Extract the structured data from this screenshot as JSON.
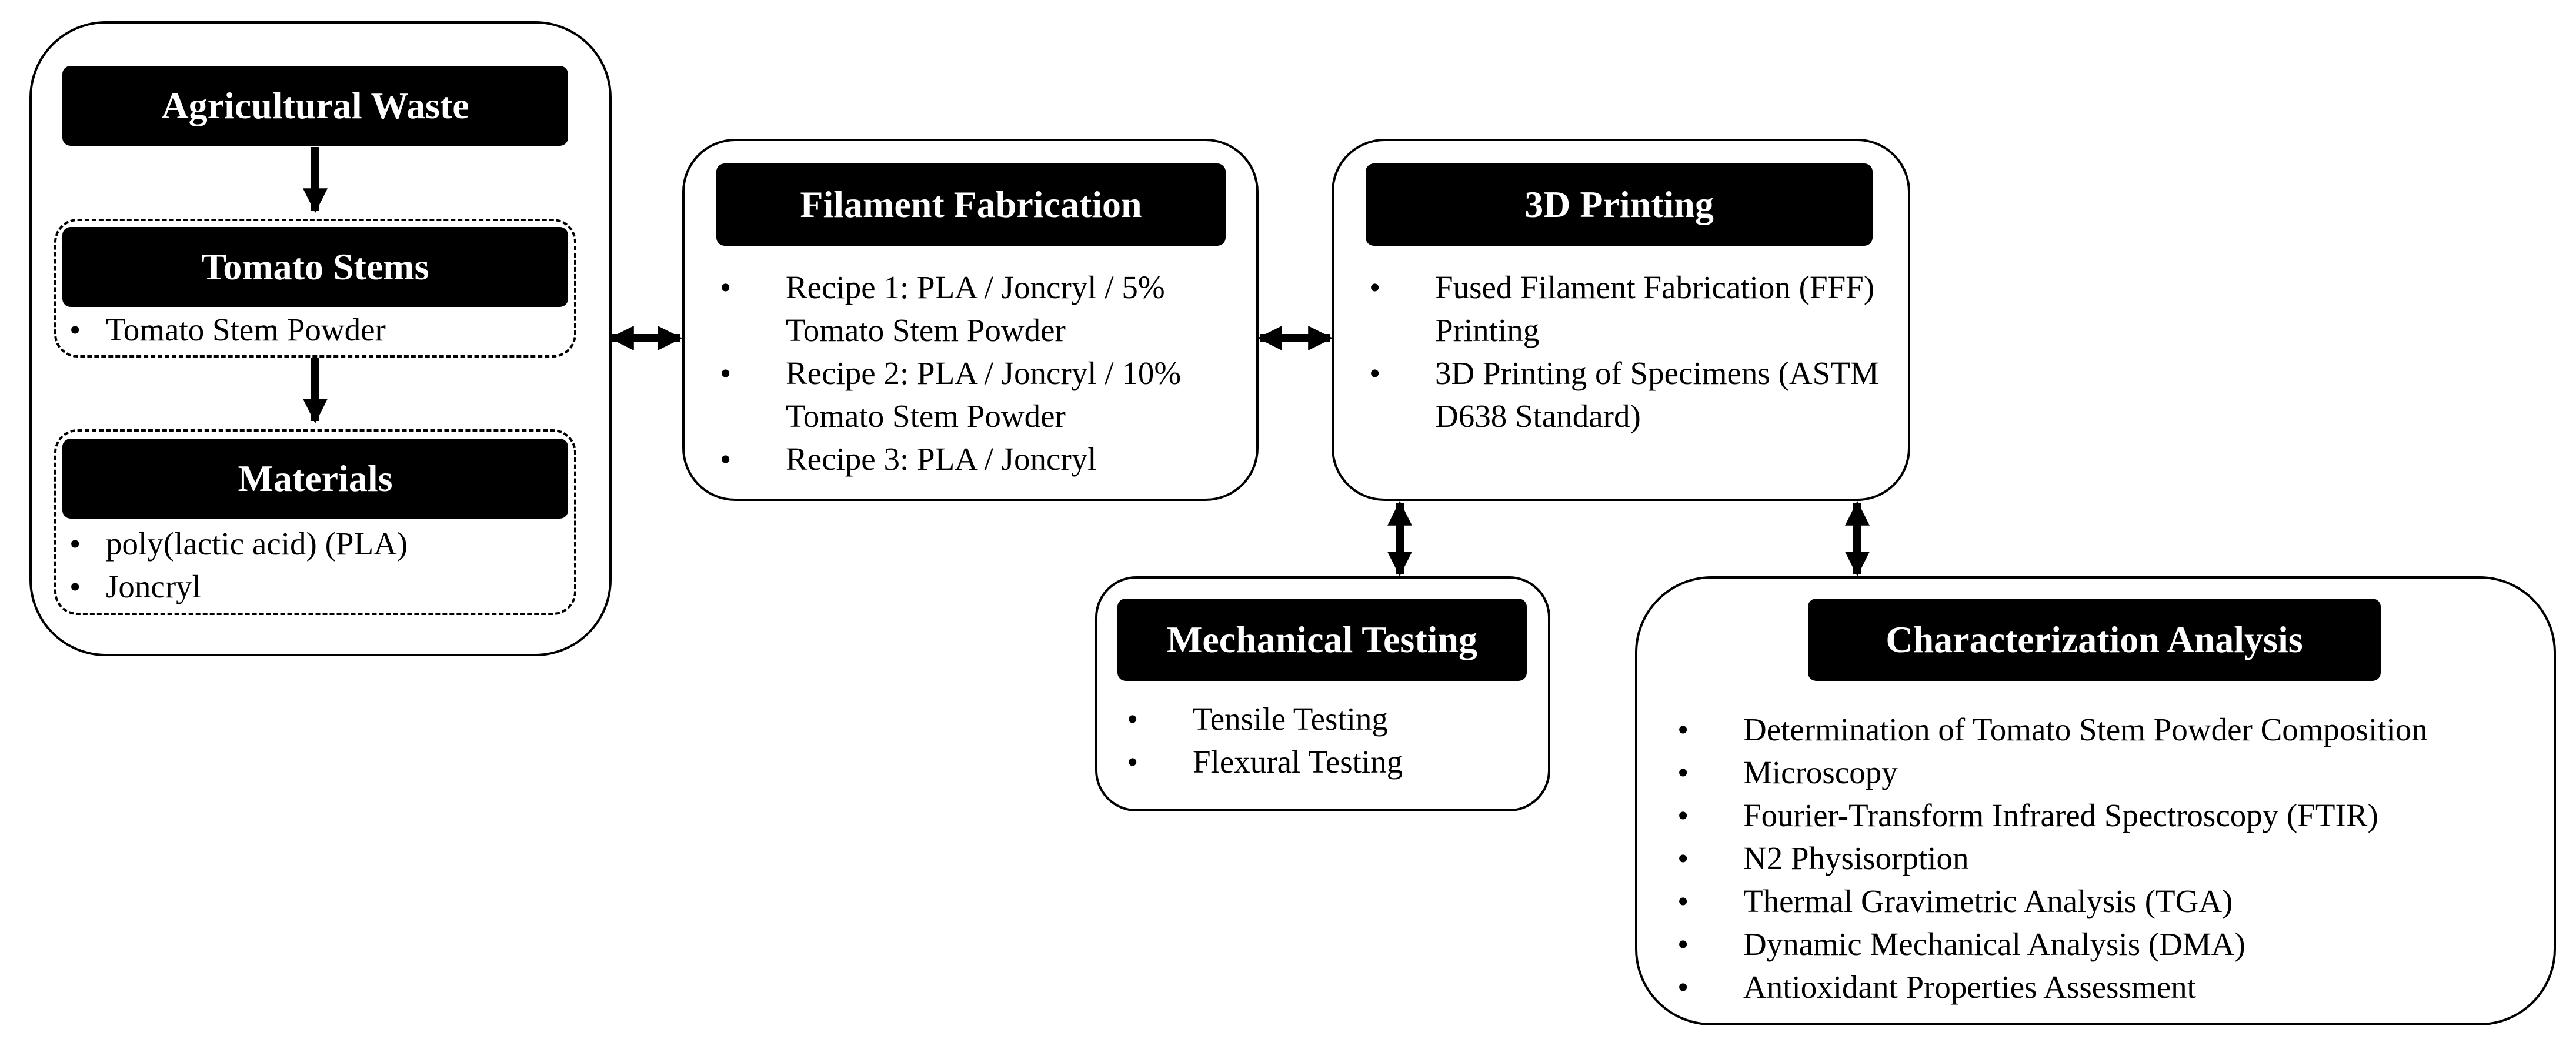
{
  "waste": {
    "title": "Agricultural Waste",
    "stems": {
      "title": "Tomato Stems",
      "items": [
        "Tomato Stem Powder"
      ]
    },
    "materials": {
      "title": "Materials",
      "items": [
        "poly(lactic acid) (PLA)",
        "Joncryl"
      ]
    }
  },
  "filament": {
    "title": "Filament Fabrication",
    "items": [
      "Recipe 1: PLA / Joncryl / 5% Tomato Stem Powder",
      "Recipe 2: PLA / Joncryl / 10% Tomato Stem Powder",
      "Recipe 3: PLA / Joncryl"
    ]
  },
  "printing": {
    "title": "3D Printing",
    "items": [
      "Fused Filament Fabrication (FFF) Printing",
      "3D Printing of Specimens (ASTM D638 Standard)"
    ]
  },
  "mechanical": {
    "title": "Mechanical Testing",
    "items": [
      "Tensile Testing",
      "Flexural Testing"
    ]
  },
  "characterization": {
    "title": "Characterization Analysis",
    "items": [
      "Determination of Tomato Stem Powder Composition",
      "Microscopy",
      "Fourier-Transform Infrared Spectroscopy (FTIR)",
      "N2 Physisorption",
      "Thermal Gravimetric Analysis (TGA)",
      "Dynamic Mechanical Analysis (DMA)",
      "Antioxidant Properties Assessment"
    ]
  }
}
